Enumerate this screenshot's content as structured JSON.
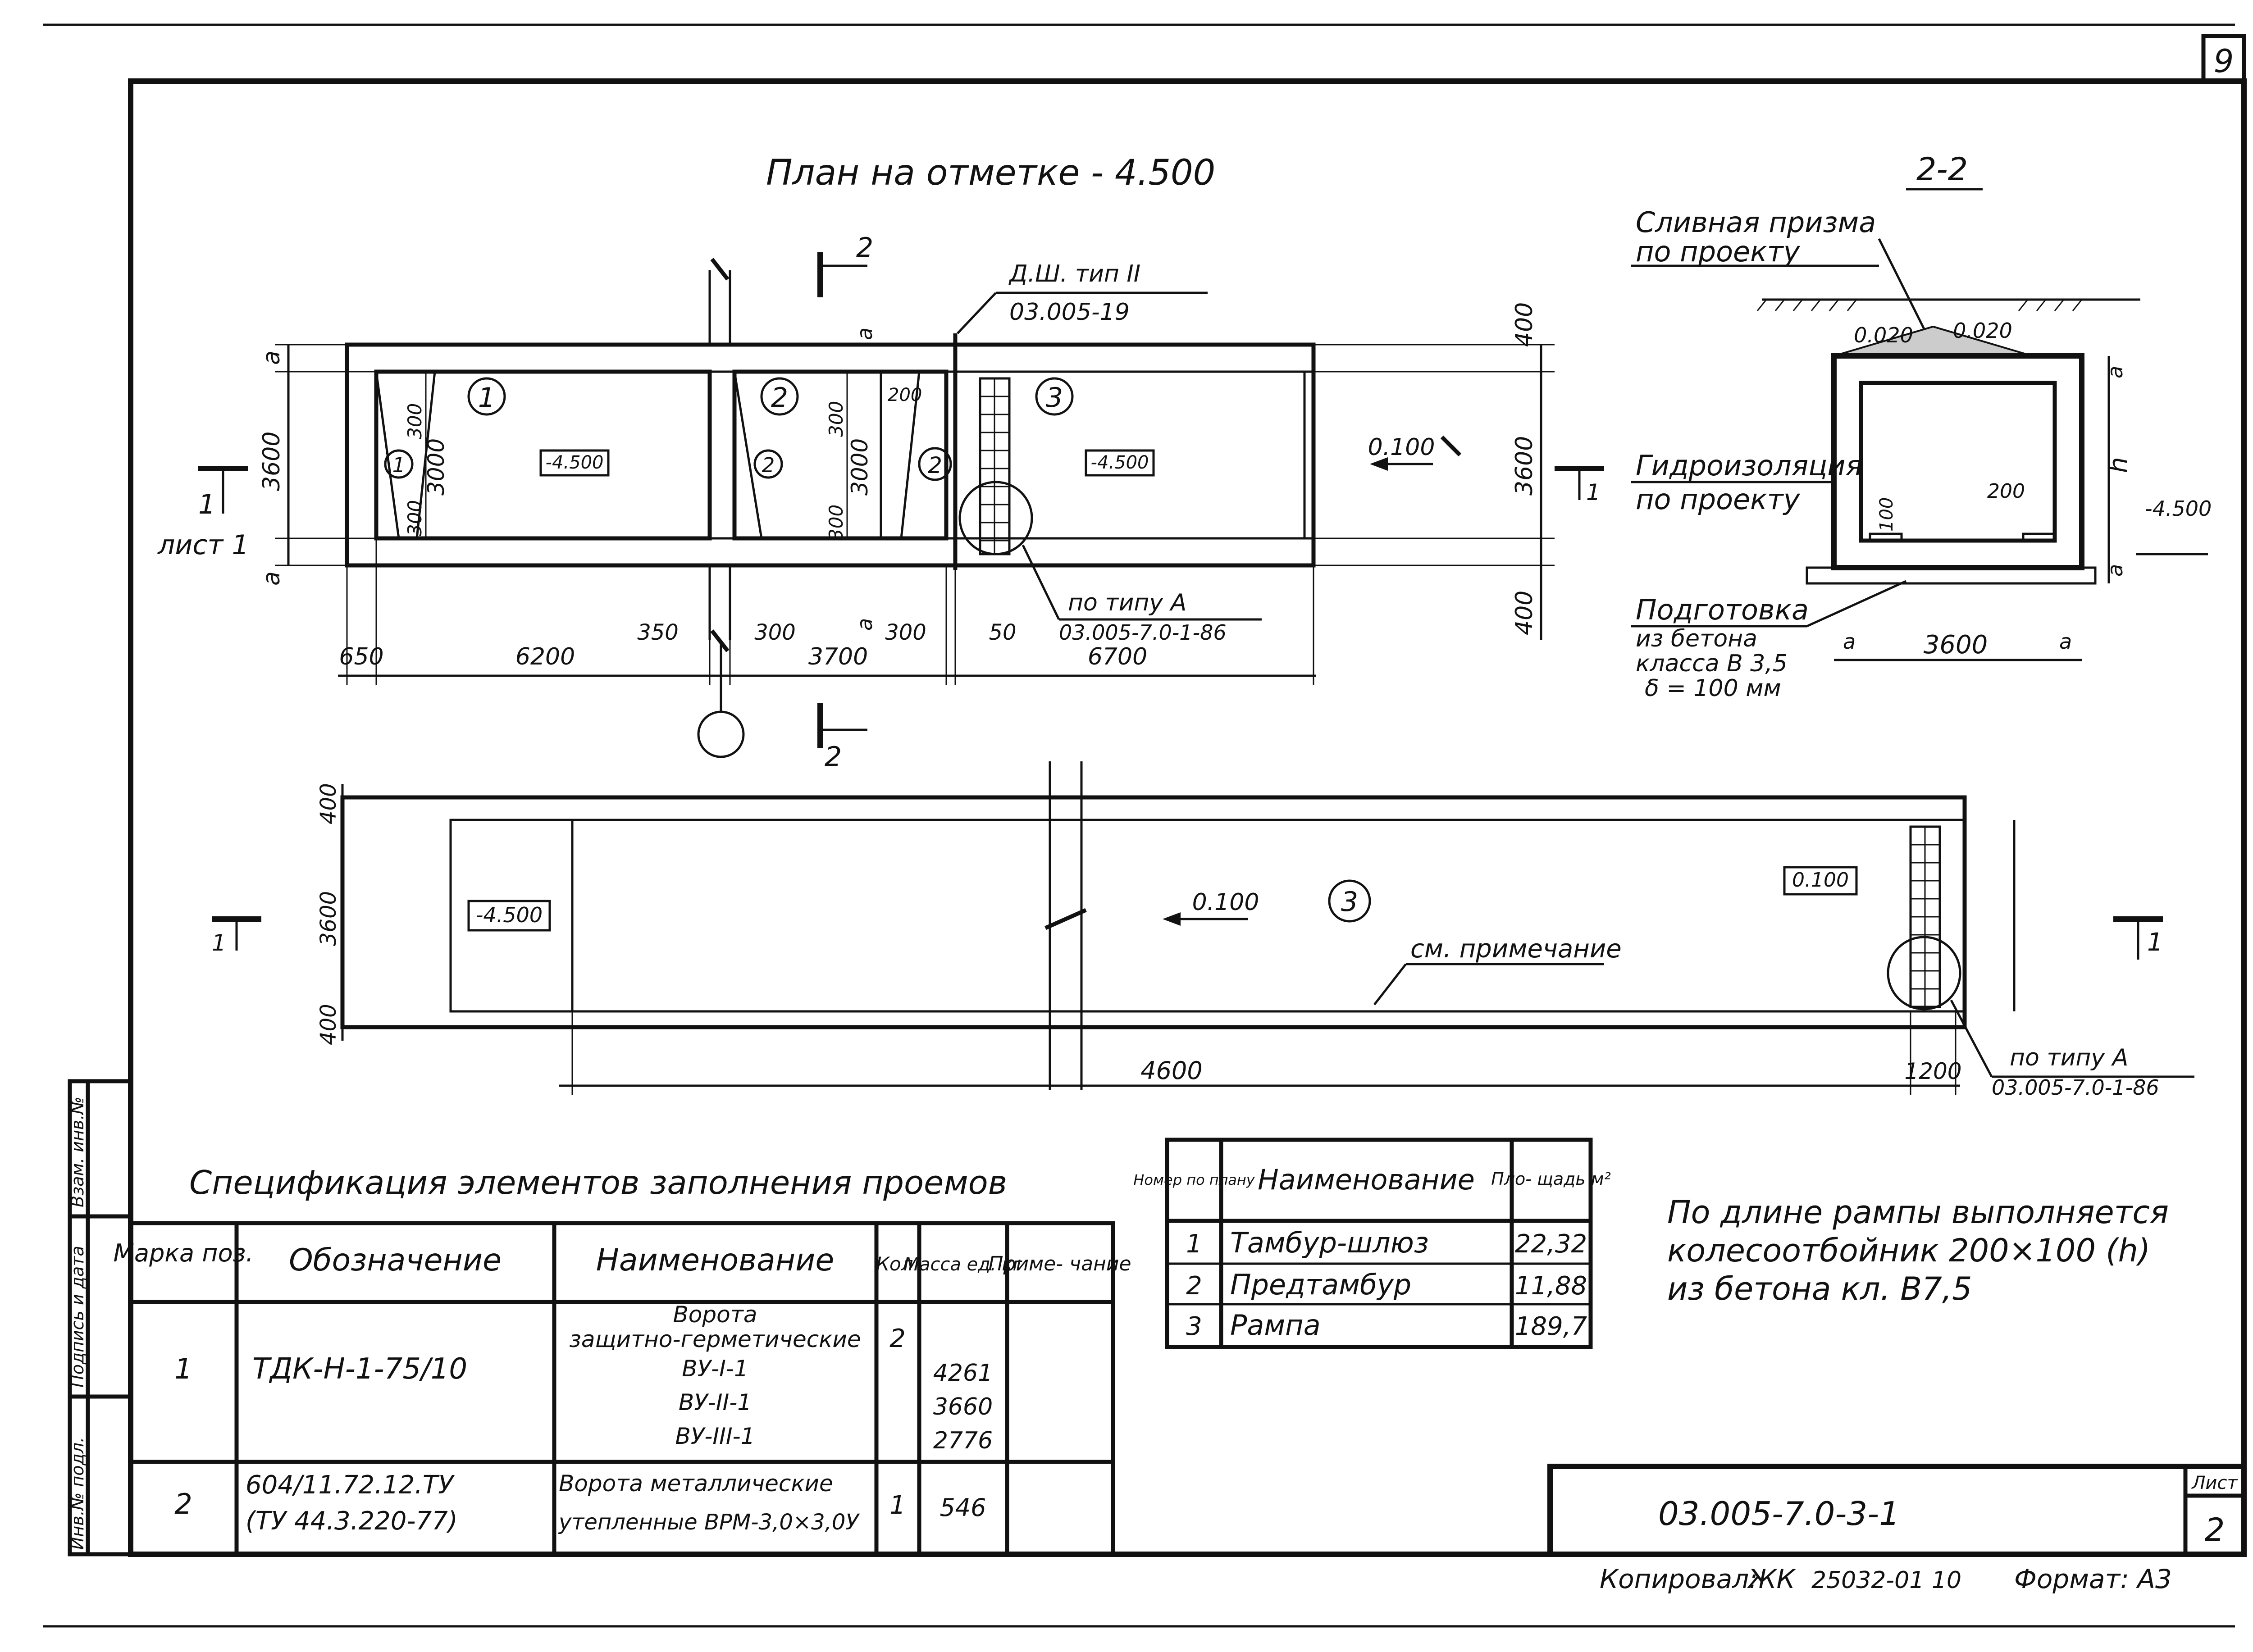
{
  "sheet": {
    "page_no": "9",
    "sheet_label": "Лист",
    "sheet_no": "2",
    "code": "03.005-7.0-3-1",
    "footer_copied": "Копировал:",
    "footer_sig": "ЖК",
    "footer_num": "25032-01 10",
    "footer_format": "Формат: А3"
  },
  "side_stamp": [
    "Инв.№ подл.",
    "Подпись и дата",
    "Взам. инв.№"
  ],
  "plan": {
    "title": "План на отметке - 4.500",
    "sec_mark": "2",
    "sec_mark_b": "2",
    "door_ref_1": "Д.Ш. тип II",
    "door_ref_2": "03.005-19",
    "grid_ref_1": "по типу А",
    "grid_ref_2": "03.005-7.0-1-86",
    "room_1": "1",
    "room_2": "2",
    "room_3": "3",
    "gate_1": "1",
    "gate_2": "2",
    "gate_3": "2",
    "elev_1": "-4.500",
    "elev_2": "-4.500",
    "slope": "0.100",
    "cut_1": "1",
    "cut_1b": "1",
    "sheet_ref": "лист 1",
    "dim_a": "a",
    "dim_a2": "a",
    "dim_a3": "a",
    "dim_a4": "a",
    "dim_3600": "3600",
    "dim_3600b": "3600",
    "dim_300a": "300",
    "dim_300b": "300",
    "dim_3000a": "3000",
    "dim_300c": "300",
    "dim_300d": "300",
    "dim_3000b": "3000",
    "dim_200": "200",
    "dim_400a": "400",
    "dim_400b": "400",
    "dim_650": "650",
    "dim_6200": "6200",
    "dim_350": "350",
    "dim_300e": "300",
    "dim_3700": "3700",
    "dim_300f": "300",
    "dim_50": "50",
    "dim_6700": "6700"
  },
  "section": {
    "title": "2-2",
    "drain_1": "Сливная призма",
    "drain_2": "по проекту",
    "slope_l": "0.020",
    "slope_r": "0.020",
    "waterproof_1": "Гидроизоляция",
    "waterproof_2": "по проекту",
    "base_1": "Подготовка",
    "base_2": "из бетона",
    "base_3": "класса В 3,5",
    "base_4": "δ = 100 мм",
    "dim_a1": "a",
    "dim_a2": "a",
    "dim_a3": "a",
    "dim_a4": "a",
    "dim_h": "h",
    "dim_200": "200",
    "dim_100": "100",
    "dim_3600": "3600",
    "elev": "-4.500"
  },
  "ramp": {
    "dim_400a": "400",
    "dim_3600": "3600",
    "dim_400b": "400",
    "elev": "-4.500",
    "slope": "0.100",
    "room": "3",
    "elev_top": "0.100",
    "note_ref": "см. примечание",
    "dim_4600": "4600",
    "dim_1200": "1200",
    "grid_ref_1": "по типу А",
    "grid_ref_2": "03.005-7.0-1-86",
    "cut_l": "1",
    "cut_r": "1"
  },
  "spec": {
    "title": "Спецификация элементов заполнения проемов",
    "headers": [
      "Марка поз.",
      "Обозначение",
      "Наименование",
      "Кол.",
      "Масса ед. кг",
      "Приме- чание"
    ],
    "r1_pos": "1",
    "r1_code": "ТДК-Н-1-75/10",
    "r1_name_1": "Ворота",
    "r1_name_2": "защитно-герметические",
    "r1_name_3": "ВУ-I-1",
    "r1_name_4": "ВУ-II-1",
    "r1_name_5": "ВУ-III-1",
    "r1_qty": "2",
    "r1_mass_1": "4261",
    "r1_mass_2": "3660",
    "r1_mass_3": "2776",
    "r2_pos": "2",
    "r2_code_1": "604/11.72.12.ТУ",
    "r2_code_2": "(ТУ 44.3.220-77)",
    "r2_name_1": "Ворота металлические",
    "r2_name_2": "утепленные ВРМ-3,0×3,0У",
    "r2_qty": "1",
    "r2_mass": "546"
  },
  "rooms": {
    "headers": [
      "Номер по плану",
      "Наименование",
      "Пло- щадь м²"
    ],
    "rows": [
      {
        "num": "1",
        "name": "Тамбур-шлюз",
        "area": "22,32"
      },
      {
        "num": "2",
        "name": "Предтамбур",
        "area": "11,88"
      },
      {
        "num": "3",
        "name": "Рампа",
        "area": "189,7"
      }
    ]
  },
  "note": {
    "l1": "По длине рампы выполняется",
    "l2": "колесоотбойник 200×100 (h)",
    "l3": "из бетона кл. В7,5"
  }
}
